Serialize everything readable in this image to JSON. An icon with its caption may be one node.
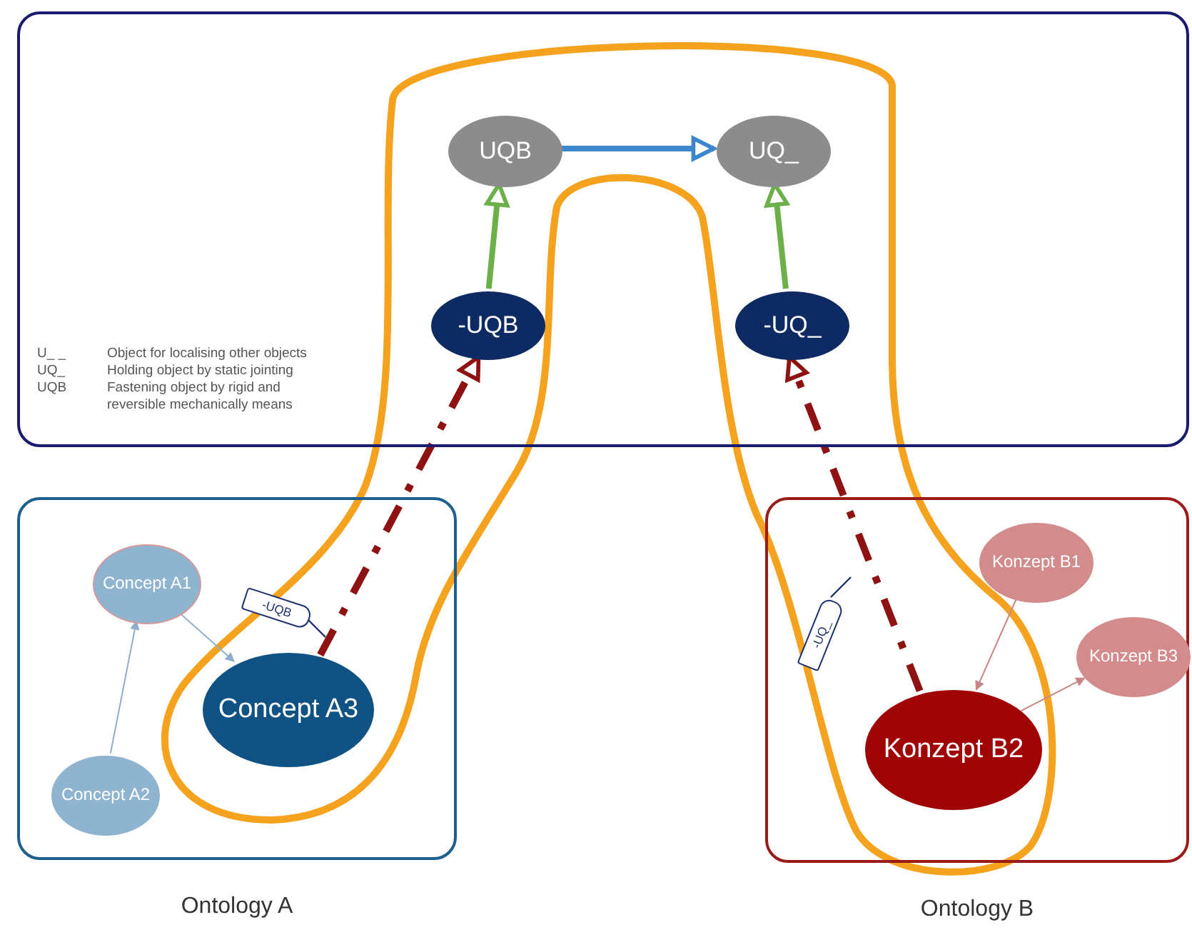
{
  "diagram": {
    "nodes": [
      {
        "text": [],
        "shape": "box"
      },
      {
        "text": [
          "UQB"
        ],
        "in": 0
      },
      {
        "text": [
          "UQ_"
        ],
        "in": 0
      },
      {
        "text": [
          "-UQB"
        ],
        "in": 0
      },
      {
        "text": [
          "-UQ_"
        ],
        "in": 0
      },
      {
        "text": [
          "Ontology A"
        ]
      },
      {
        "text": [
          "Concept A1"
        ],
        "in": 5
      },
      {
        "text": [
          "Concept A2"
        ],
        "in": 5
      },
      {
        "text": [
          "Concept A3"
        ],
        "in": 5
      },
      {
        "text": [
          "-UQB"
        ],
        "in": 5
      },
      {
        "text": [
          "Ontology B"
        ]
      },
      {
        "text": [
          "Konzept B1"
        ],
        "in": 10
      },
      {
        "text": [
          "Konzept B3"
        ],
        "in": 10
      },
      {
        "text": [
          "Konzept B2"
        ],
        "in": 10
      },
      {
        "text": [
          "-UQ_"
        ],
        "in": 10
      }
    ],
    "edges": [
      {
        "from": 1,
        "to": 2,
        "arrow": "to",
        "style": "thick",
        "color": "#3b86cc"
      },
      {
        "from": 3,
        "to": 1,
        "arrow": "to",
        "style": "thick",
        "color": "#6cb04a"
      },
      {
        "from": 4,
        "to": 2,
        "arrow": "to",
        "style": "thick",
        "color": "#6cb04a"
      },
      {
        "from": 8,
        "to": 3,
        "arrow": "to",
        "style": "dashed",
        "color": "#8e1212"
      },
      {
        "from": 13,
        "to": 4,
        "arrow": "to",
        "style": "dashed",
        "color": "#8e1212"
      },
      {
        "from": 6,
        "to": 8,
        "arrow": "to",
        "color": "#8eaecb"
      },
      {
        "from": 7,
        "to": 6,
        "arrow": "to",
        "color": "#8eaecb"
      },
      {
        "from": 11,
        "to": 13,
        "arrow": "to",
        "color": "#c98585"
      },
      {
        "from": 13,
        "to": 12,
        "arrow": "to",
        "color": "#c98585"
      },
      {
        "from": 9,
        "to": null,
        "arrow": "none",
        "color": "#1c2f6e"
      },
      {
        "from": 14,
        "to": null,
        "arrow": "none",
        "color": "#1c2f6e"
      }
    ],
    "labels": [
      "U_ _",
      "Object for localising other objects",
      "UQ_",
      "Holding object by static jointing",
      "UQB",
      "Fastening object by rigid and reversible mechanically means"
    ]
  }
}
